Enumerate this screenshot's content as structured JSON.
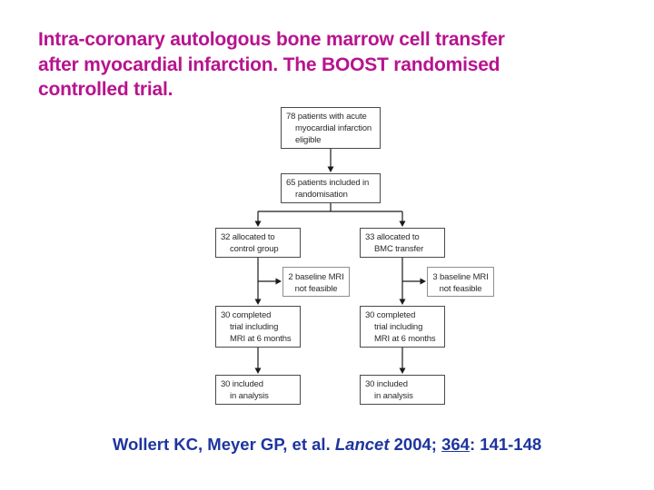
{
  "slide": {
    "title": "Intra-coronary autologous bone marrow cell transfer\nafter myocardial infarction. The BOOST randomised\ncontrolled trial.",
    "citation": {
      "authors": "Wollert KC, Meyer GP, et al. ",
      "journal_italic": "Lancet",
      "year": " 2004; ",
      "volume_underlined": "364",
      "pages": ": 141-148"
    }
  },
  "flowchart": {
    "type": "consort-flow-diagram",
    "boxes": {
      "eligible": "78 patients with acute\nmyocardial infarction\neligible",
      "randomised": "65 patients included in\nrandomisation",
      "control_allocated": "32 allocated to\ncontrol group",
      "bmc_allocated": "33 allocated to\nBMC transfer",
      "control_mri_not_feasible": "2 baseline MRI\nnot feasible",
      "bmc_mri_not_feasible": "3 baseline MRI\nnot feasible",
      "control_completed": "30 completed\ntrial including\nMRI at 6 months",
      "bmc_completed": "30 completed\ntrial including\nMRI at 6 months",
      "control_analysed": "30 included\nin analysis",
      "bmc_analysed": "30 included\nin analysis"
    },
    "edges": [
      {
        "from": "eligible",
        "to": "randomised"
      },
      {
        "from": "randomised",
        "to": "control_allocated"
      },
      {
        "from": "randomised",
        "to": "bmc_allocated"
      },
      {
        "from": "control_allocated",
        "to": "control_mri_not_feasible"
      },
      {
        "from": "control_allocated",
        "to": "control_completed"
      },
      {
        "from": "bmc_allocated",
        "to": "bmc_mri_not_feasible"
      },
      {
        "from": "bmc_allocated",
        "to": "bmc_completed"
      },
      {
        "from": "control_completed",
        "to": "control_analysed"
      },
      {
        "from": "bmc_completed",
        "to": "bmc_analysed"
      }
    ]
  },
  "colors": {
    "title_text": "#b8138e",
    "citation_text": "#1e359e",
    "box_border": "#4a4a4a",
    "side_box_border": "#8f8f8f",
    "connector": "#1a1a1a"
  }
}
